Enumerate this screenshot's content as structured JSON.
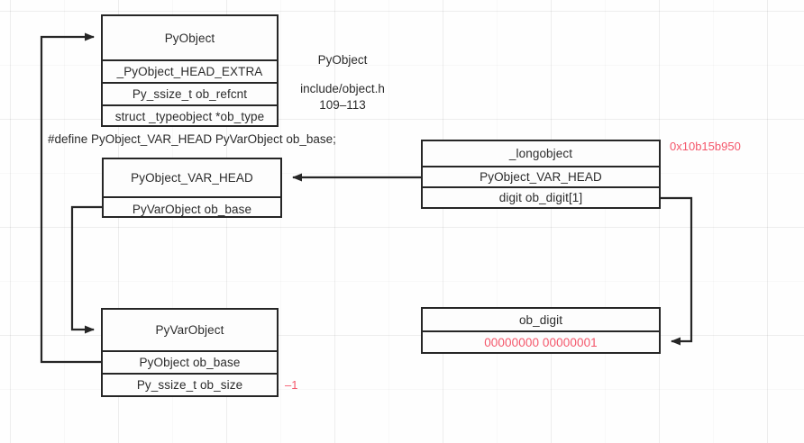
{
  "diagram": {
    "title_note": "CPython PyObject / PyVarObject / _longobject memory layout",
    "boxes": {
      "pyobject": {
        "header": "PyObject",
        "rows": [
          "_PyObject_HEAD_EXTRA",
          "Py_ssize_t ob_refcnt",
          "struct _typeobject *ob_type"
        ]
      },
      "pyobject_var_head": {
        "header": "PyObject_VAR_HEAD",
        "rows": [
          "PyVarObject ob_base"
        ]
      },
      "pyvarobject": {
        "header": "PyVarObject",
        "rows": [
          "PyObject ob_base",
          "Py_ssize_t ob_size"
        ]
      },
      "longobject": {
        "header": "_longobject",
        "rows": [
          "PyObject_VAR_HEAD",
          "digit ob_digit[1]"
        ]
      },
      "ob_digit": {
        "header": "ob_digit",
        "rows": [
          "00000000 00000001"
        ]
      }
    },
    "annotations": {
      "pyobject_source_name": "PyObject",
      "pyobject_source_file": "include/object.h",
      "pyobject_source_lines": "109–113",
      "define_macro": "#define PyObject_VAR_HEAD PyVarObject ob_base;",
      "longobject_address": "0x10b15b950",
      "ob_size_value": "–1"
    },
    "colors": {
      "stroke": "#262626",
      "text": "#2b2b2b",
      "accent_red": "#f4566a",
      "box_fill": "#fdfdfd",
      "canvas": "#fefefe"
    }
  }
}
